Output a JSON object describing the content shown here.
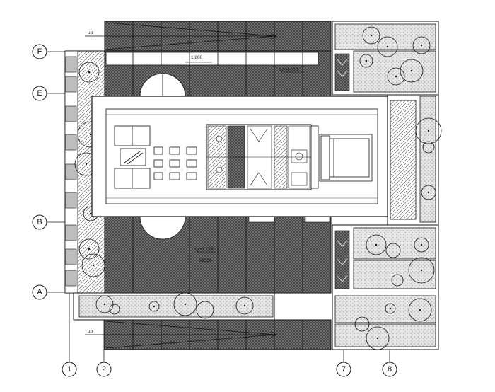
{
  "grid": {
    "rows": [
      "F",
      "E",
      "B",
      "A"
    ],
    "columns": [
      "1",
      "2",
      "7",
      "8"
    ]
  },
  "stairs": {
    "top_label": "up",
    "bottom_label": "up"
  },
  "levels": {
    "upper": "1.800",
    "middle": "+0.000",
    "lower": "+0.000"
  },
  "deck_label": "DECK",
  "colors": {
    "line": "#111111",
    "hatch": "#444444",
    "paper": "#ffffff",
    "planter": "#d9d9d9"
  }
}
